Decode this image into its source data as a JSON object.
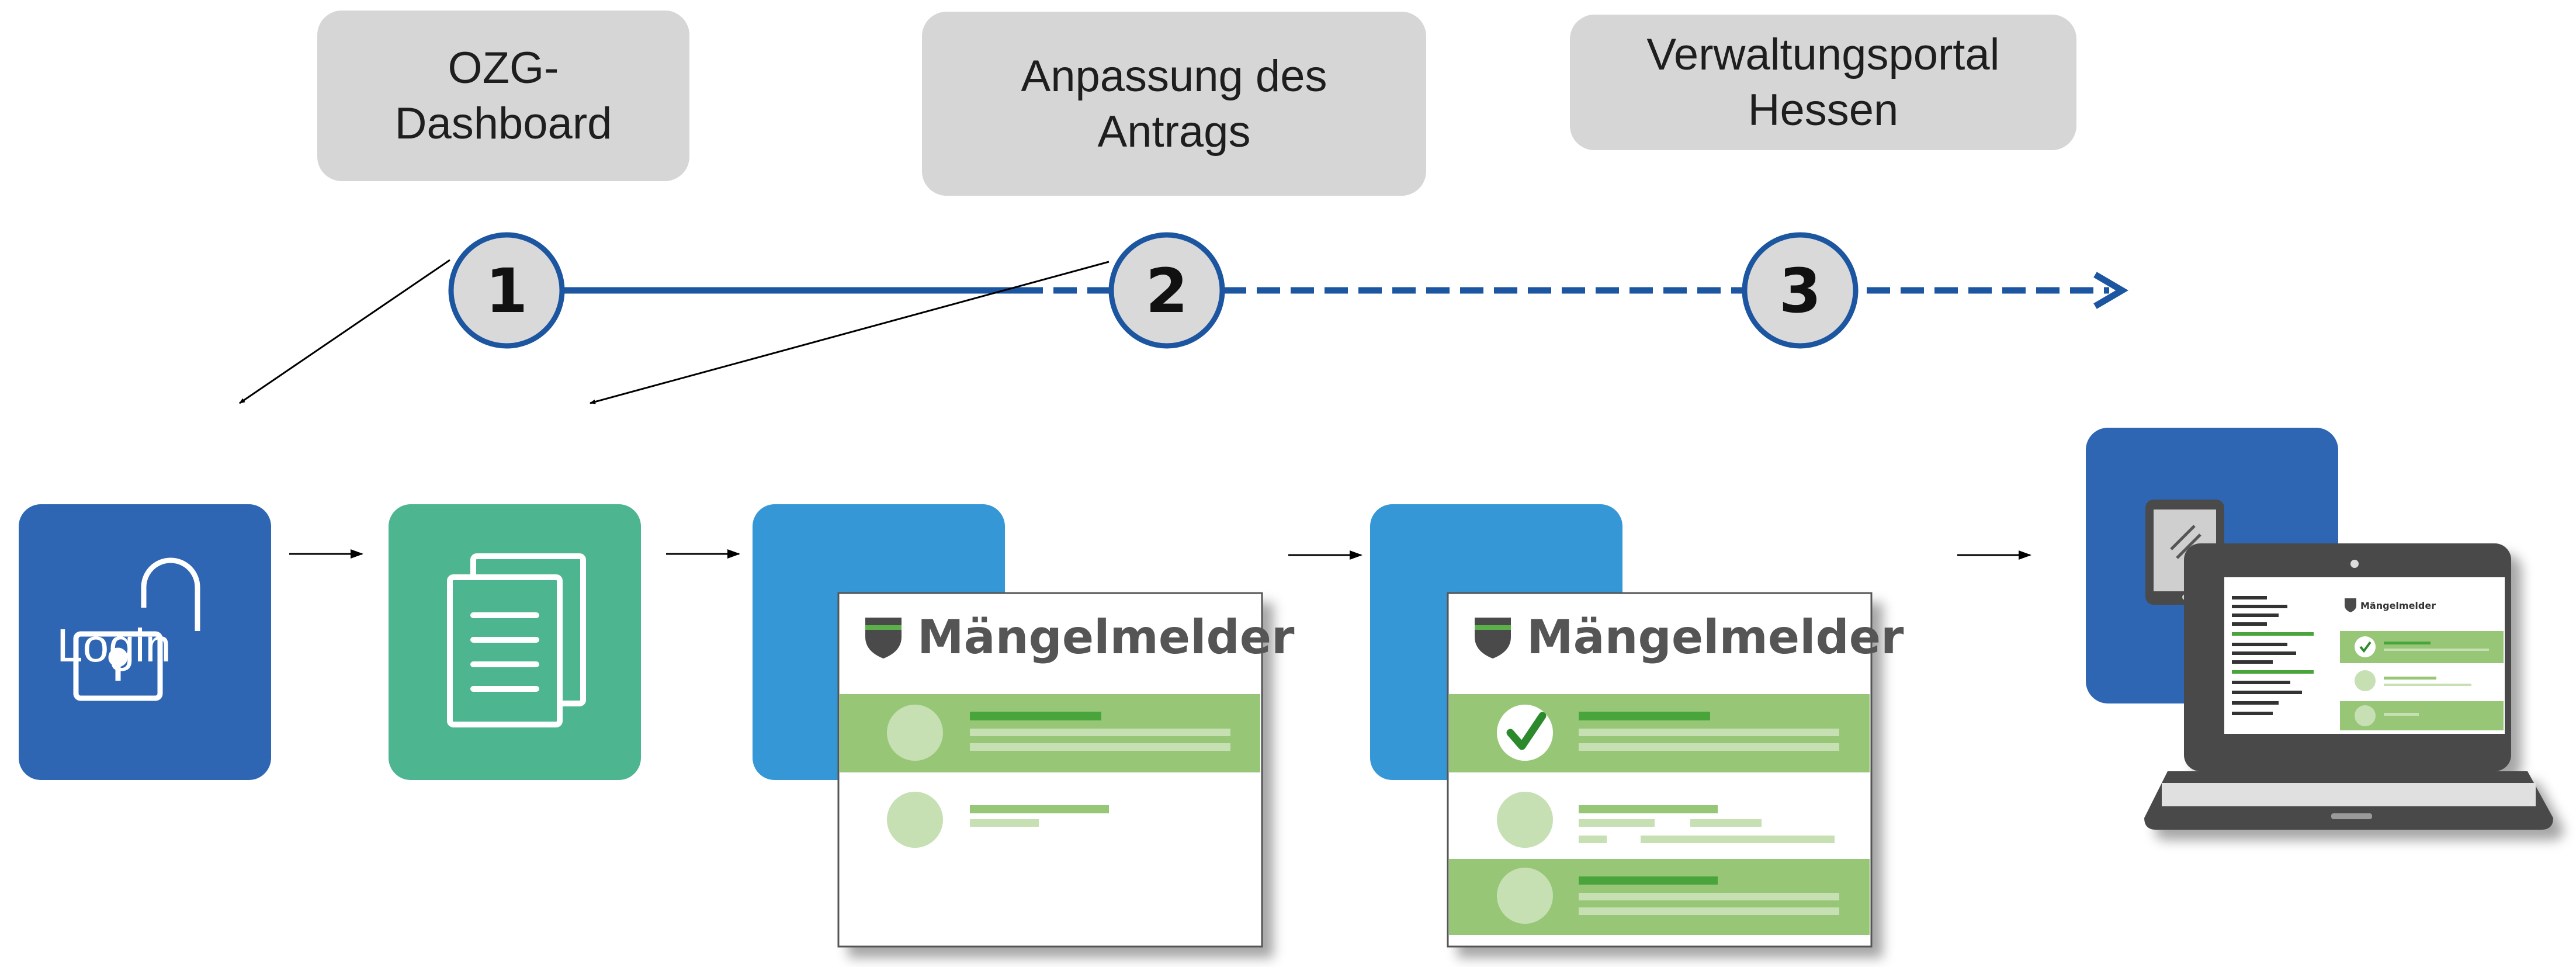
{
  "steps": [
    {
      "number": "1",
      "label": "OZG-\nDashboard"
    },
    {
      "number": "2",
      "label": "Anpassung des\nAntrags"
    },
    {
      "number": "3",
      "label": "Verwaltungsportal\nHessen"
    }
  ],
  "login": {
    "label": "Login"
  },
  "maengelmelder": {
    "title": "Mängelmelder"
  },
  "colors": {
    "timeline": "#1c55a0",
    "tile_dark_blue": "#2f66b3",
    "tile_green": "#4db590",
    "tile_light_blue": "#3597d6",
    "row_green": "#97c776",
    "bar_green": "#4aa43c",
    "label_box": "#d6d6d6",
    "circle_fill": "#d9d9d9"
  },
  "icons": [
    "lock-icon",
    "documents-icon",
    "shield-icon",
    "checkmark-icon",
    "tablet-icon",
    "laptop-icon"
  ]
}
